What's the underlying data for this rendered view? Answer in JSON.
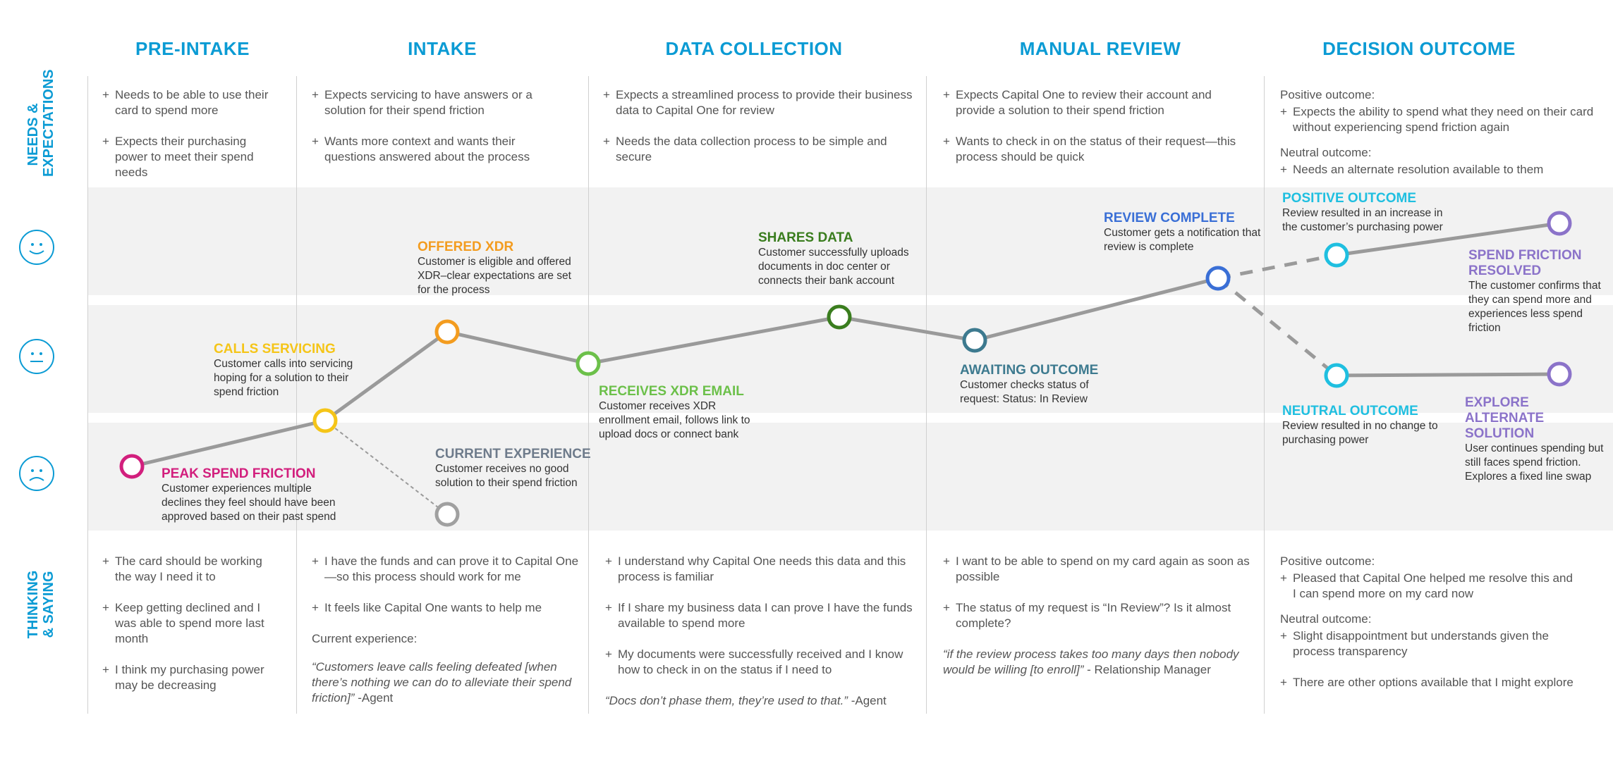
{
  "phases": [
    "PRE-INTAKE",
    "INTAKE",
    "DATA COLLECTION",
    "MANUAL REVIEW",
    "DECISION OUTCOME"
  ],
  "rows": {
    "needs": "NEEDS &\nEXPECTATIONS",
    "thinking": "THINKING\n& SAYING"
  },
  "needs": {
    "pre_intake": [
      "Needs to be able to use their card to spend more",
      "Expects their purchasing power to meet their spend needs"
    ],
    "intake": [
      "Expects servicing to have answers or a solution  for their spend friction",
      "Wants more context and wants their questions answered about the process"
    ],
    "data_collection": [
      "Expects a streamlined process to provide their business data to Capital One for review",
      "Needs the data collection process to be simple and secure"
    ],
    "manual_review": [
      "Expects Capital One to review their account and provide a solution to their spend friction",
      "Wants to check in on the status of their request—this process should be quick"
    ],
    "decision": {
      "positive_label": "Positive outcome:",
      "positive": "Expects the ability to spend what they need on their card without experiencing spend friction again",
      "neutral_label": "Neutral outcome:",
      "neutral": "Needs an alternate resolution available to them"
    }
  },
  "thinking": {
    "pre_intake": [
      "The card should be working the way I need it to",
      "Keep getting declined and I was able to spend more last month",
      "I think my purchasing power may be decreasing"
    ],
    "intake": {
      "items": [
        "I have the funds and can prove it to Capital One—so this process should work for me",
        "It feels like Capital One wants to help me"
      ],
      "current_label": "Current experience:",
      "quote": "“Customers leave calls feeling defeated [when there’s nothing we can do to alleviate their spend friction]”",
      "attribution": " -Agent"
    },
    "data_collection": {
      "items": [
        "I understand why Capital One needs this data and this process is familiar",
        "If I share my business data I can prove I have the funds available to spend more",
        "My documents were successfully received and I know how to check in on the status if I need to"
      ],
      "quote": "“Docs don’t phase them, they’re used to that.”",
      "attribution": " -Agent"
    },
    "manual_review": {
      "items": [
        "I want to be able to spend on my card again as soon as possible",
        "The status of my request is “In Review”? Is it almost complete?"
      ],
      "quote": "“if the review process takes too many days then nobody would be willing [to enroll]”",
      "attribution": " - Relationship Manager"
    },
    "decision": {
      "positive_label": "Positive outcome:",
      "positive": "Pleased that Capital One helped me resolve this and I can spend more on my card now",
      "neutral_label": "Neutral outcome:",
      "neutral": [
        "Slight disappointment but understands given the process transparency",
        "There are other options available that I might explore"
      ]
    }
  },
  "nodes": {
    "peak": {
      "title": "PEAK SPEND FRICTION",
      "desc": "Customer experiences multiple declines they feel should have been approved based on their past spend",
      "color": "#d21f7d"
    },
    "calls": {
      "title": "CALLS SERVICING",
      "desc": "Customer calls into servicing hoping for a solution to their spend friction",
      "color": "#f5c518"
    },
    "offered": {
      "title": "OFFERED XDR",
      "desc": "Customer is eligible and offered XDR–clear expectations are set for the process",
      "color": "#f39c1f"
    },
    "current": {
      "title": "CURRENT EXPERIENCE",
      "desc": "Customer receives no good solution to their spend friction",
      "color": "#6e7b8b"
    },
    "receives": {
      "title": "RECEIVES XDR EMAIL",
      "desc": "Customer receives XDR enrollment email, follows link to upload docs or connect bank",
      "color": "#6cc04a"
    },
    "shares": {
      "title": "SHARES DATA",
      "desc": "Customer successfully uploads documents in doc center or connects their bank account",
      "color": "#3a7d1e"
    },
    "awaiting": {
      "title": "AWAITING OUTCOME",
      "desc": "Customer checks status of request: Status: In Review",
      "color": "#3d7a8f"
    },
    "review": {
      "title": "REVIEW COMPLETE",
      "desc": "Customer gets a notification that review is complete",
      "color": "#3a6fd6"
    },
    "positive": {
      "title": "POSITIVE OUTCOME",
      "desc": "Review resulted in an increase in the customer’s purchasing power",
      "color": "#1fbfe0"
    },
    "resolved": {
      "title": "SPEND FRICTION RESOLVED",
      "desc": "The customer confirms that they can spend more and experiences less spend friction",
      "color": "#8b73c9"
    },
    "neutral": {
      "title": "NEUTRAL OUTCOME",
      "desc": "Review resulted in no change to purchasing power",
      "color": "#1fbfe0"
    },
    "alternate": {
      "title": "EXPLORE ALTERNATE SOLUTION",
      "desc": "User continues spending but still faces spend friction. Explores a fixed line swap",
      "color": "#8b73c9"
    }
  },
  "colors": {
    "accent": "#0b9bd4",
    "line": "#9a9a9a",
    "band": "#f2f2f2"
  },
  "icons": {
    "happy": "happy-face-icon",
    "neutral": "neutral-face-icon",
    "sad": "sad-face-icon"
  }
}
